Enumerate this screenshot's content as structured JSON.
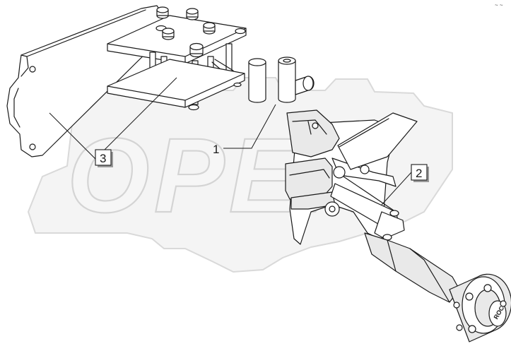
{
  "watermark": {
    "text": "OPEX"
  },
  "corner_mark": "~ ~",
  "callouts": [
    {
      "id": "1",
      "label": "1"
    },
    {
      "id": "2",
      "label": "2"
    },
    {
      "id": "3",
      "label": "3"
    }
  ],
  "hub_stamp": "ROC",
  "colors": {
    "line": "#1a1a1a",
    "watermark_fill": "#f4f4f4",
    "watermark_stroke": "#d4d4d4",
    "shadow": "#9a9a9a"
  }
}
